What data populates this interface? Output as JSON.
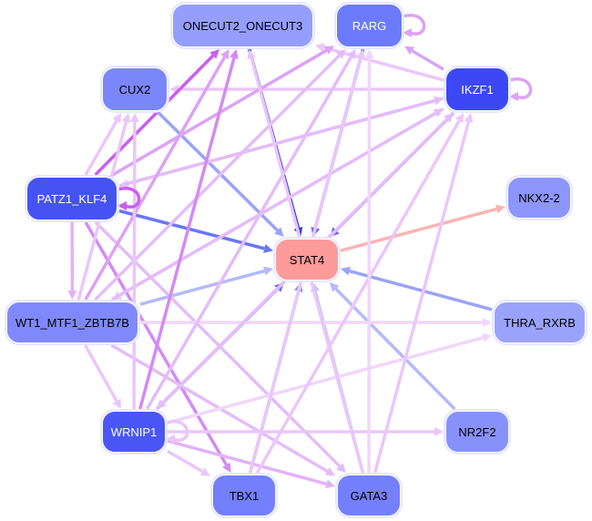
{
  "graph": {
    "nodes": [
      {
        "id": "ONECUT2_ONECUT3",
        "label": "ONECUT2_ONECUT3",
        "color": "#959efc",
        "text": "#000000"
      },
      {
        "id": "RARG",
        "label": "RARG",
        "color": "#6b7bfb",
        "text": "#ffffff"
      },
      {
        "id": "CUX2",
        "label": "CUX2",
        "color": "#7b86fb",
        "text": "#000000"
      },
      {
        "id": "IKZF1",
        "label": "IKZF1",
        "color": "#3c48f6",
        "text": "#ffffff"
      },
      {
        "id": "PATZ1_KLF4",
        "label": "PATZ1_KLF4",
        "color": "#4553f5",
        "text": "#ffffff"
      },
      {
        "id": "NKX2-2",
        "label": "NKX2-2",
        "color": "#8c96fb",
        "text": "#000000"
      },
      {
        "id": "STAT4",
        "label": "STAT4",
        "color": "#fd9a9a",
        "text": "#000000"
      },
      {
        "id": "WT1_MTF1_ZBTB7B",
        "label": "WT1_MTF1_ZBTB7B",
        "color": "#7f89fb",
        "text": "#000000"
      },
      {
        "id": "THRA_RXRB",
        "label": "THRA_RXRB",
        "color": "#9aa3fc",
        "text": "#000000"
      },
      {
        "id": "WRNIP1",
        "label": "WRNIP1",
        "color": "#4a57f6",
        "text": "#ffffff"
      },
      {
        "id": "NR2F2",
        "label": "NR2F2",
        "color": "#8791fb",
        "text": "#000000"
      },
      {
        "id": "TBX1",
        "label": "TBX1",
        "color": "#737ffb",
        "text": "#000000"
      },
      {
        "id": "GATA3",
        "label": "GATA3",
        "color": "#7480fb",
        "text": "#000000"
      }
    ],
    "edges": [
      {
        "from": "ONECUT2_ONECUT3",
        "to": "STAT4",
        "color": "#2f3df0"
      },
      {
        "from": "RARG",
        "to": "STAT4",
        "color": "#5a68f2"
      },
      {
        "from": "IKZF1",
        "to": "STAT4",
        "color": "#5a68f2"
      },
      {
        "from": "CUX2",
        "to": "STAT4",
        "color": "#9aa3f7"
      },
      {
        "from": "PATZ1_KLF4",
        "to": "STAT4",
        "color": "#6a77f3"
      },
      {
        "from": "WT1_MTF1_ZBTB7B",
        "to": "STAT4",
        "color": "#b4baf9"
      },
      {
        "from": "THRA_RXRB",
        "to": "STAT4",
        "color": "#9aa3f7"
      },
      {
        "from": "WRNIP1",
        "to": "STAT4",
        "color": "#5a68f2"
      },
      {
        "from": "TBX1",
        "to": "STAT4",
        "color": "#8d97f6"
      },
      {
        "from": "NR2F2",
        "to": "STAT4",
        "color": "#b4baf9"
      },
      {
        "from": "GATA3",
        "to": "STAT4",
        "color": "#c0c5fa"
      },
      {
        "from": "STAT4",
        "to": "NKX2-2",
        "color": "#fbb4b4"
      },
      {
        "from": "IKZF1",
        "to": "RARG",
        "color": "#d9a5f7"
      },
      {
        "from": "IKZF1",
        "to": "CUX2",
        "color": "#ebc6fa"
      },
      {
        "from": "IKZF1",
        "to": "ONECUT2_ONECUT3",
        "color": "#ebc6fa"
      },
      {
        "from": "IKZF1",
        "to": "PATZ1_KLF4",
        "color": "#ebc6fa"
      },
      {
        "from": "IKZF1",
        "to": "WRNIP1",
        "color": "#e4bcf9"
      },
      {
        "from": "IKZF1",
        "to": "WT1_MTF1_ZBTB7B",
        "color": "#ebc6fa"
      },
      {
        "from": "PATZ1_KLF4",
        "to": "ONECUT2_ONECUT3",
        "color": "#c95ef0"
      },
      {
        "from": "PATZ1_KLF4",
        "to": "RARG",
        "color": "#dca2f6"
      },
      {
        "from": "PATZ1_KLF4",
        "to": "IKZF1",
        "color": "#e4bcf9"
      },
      {
        "from": "PATZ1_KLF4",
        "to": "WT1_MTF1_ZBTB7B",
        "color": "#e2b2f8"
      },
      {
        "from": "PATZ1_KLF4",
        "to": "TBX1",
        "color": "#d48af5"
      },
      {
        "from": "PATZ1_KLF4",
        "to": "GATA3",
        "color": "#e4bcf9"
      },
      {
        "from": "PATZ1_KLF4",
        "to": "CUX2",
        "color": "#ebc6fa"
      },
      {
        "from": "WT1_MTF1_ZBTB7B",
        "to": "ONECUT2_ONECUT3",
        "color": "#dca2f6"
      },
      {
        "from": "WT1_MTF1_ZBTB7B",
        "to": "RARG",
        "color": "#e4bcf9"
      },
      {
        "from": "WT1_MTF1_ZBTB7B",
        "to": "IKZF1",
        "color": "#e4bcf9"
      },
      {
        "from": "WT1_MTF1_ZBTB7B",
        "to": "THRA_RXRB",
        "color": "#f0d6fb"
      },
      {
        "from": "WT1_MTF1_ZBTB7B",
        "to": "GATA3",
        "color": "#e4bcf9"
      },
      {
        "from": "WT1_MTF1_ZBTB7B",
        "to": "WRNIP1",
        "color": "#ebc6fa"
      },
      {
        "from": "WT1_MTF1_ZBTB7B",
        "to": "CUX2",
        "color": "#ebc6fa"
      },
      {
        "from": "WRNIP1",
        "to": "ONECUT2_ONECUT3",
        "color": "#d48af5"
      },
      {
        "from": "WRNIP1",
        "to": "RARG",
        "color": "#e4bcf9"
      },
      {
        "from": "WRNIP1",
        "to": "IKZF1",
        "color": "#e4bcf9"
      },
      {
        "from": "WRNIP1",
        "to": "NR2F2",
        "color": "#ebc6fa"
      },
      {
        "from": "WRNIP1",
        "to": "TBX1",
        "color": "#ebc6fa"
      },
      {
        "from": "WRNIP1",
        "to": "GATA3",
        "color": "#e2b2f8"
      },
      {
        "from": "WRNIP1",
        "to": "CUX2",
        "color": "#ebc6fa"
      },
      {
        "from": "WRNIP1",
        "to": "THRA_RXRB",
        "color": "#f0d6fb"
      },
      {
        "from": "TBX1",
        "to": "RARG",
        "color": "#ebc6fa"
      },
      {
        "from": "TBX1",
        "to": "IKZF1",
        "color": "#ebc6fa"
      },
      {
        "from": "GATA3",
        "to": "RARG",
        "color": "#f0d6fb"
      },
      {
        "from": "GATA3",
        "to": "IKZF1",
        "color": "#ebc6fa"
      },
      {
        "from": "GATA3",
        "to": "ONECUT2_ONECUT3",
        "color": "#ebc6fa"
      }
    ],
    "self_loops": [
      {
        "node": "RARG",
        "color": "#dca2f6"
      },
      {
        "node": "IKZF1",
        "color": "#dca2f6"
      },
      {
        "node": "PATZ1_KLF4",
        "color": "#c95ef0"
      },
      {
        "node": "WRNIP1",
        "color": "#ebc6fa"
      }
    ]
  }
}
